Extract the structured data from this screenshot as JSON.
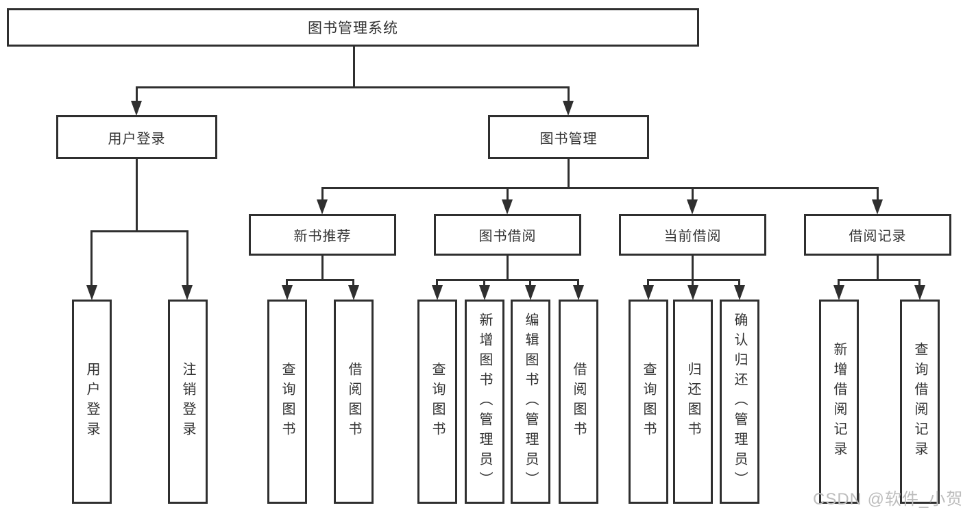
{
  "tree": {
    "label": "图书管理系统",
    "children": [
      {
        "label": "用户登录",
        "children": [
          {
            "label": "用户登录"
          },
          {
            "label": "注销登录"
          }
        ]
      },
      {
        "label": "图书管理",
        "children": [
          {
            "label": "新书推荐",
            "children": [
              {
                "label": "查询图书"
              },
              {
                "label": "借阅图书"
              }
            ]
          },
          {
            "label": "图书借阅",
            "children": [
              {
                "label": "查询图书"
              },
              {
                "label": "新增图书（管理员）"
              },
              {
                "label": "编辑图书（管理员）"
              },
              {
                "label": "借阅图书"
              }
            ]
          },
          {
            "label": "当前借阅",
            "children": [
              {
                "label": "查询图书"
              },
              {
                "label": "归还图书"
              },
              {
                "label": "确认归还（管理员）"
              }
            ]
          },
          {
            "label": "借阅记录",
            "children": [
              {
                "label": "新增借阅记录"
              },
              {
                "label": "查询借阅记录"
              }
            ]
          }
        ]
      }
    ]
  },
  "watermark": {
    "text": "CSDN @软件_小贺同学",
    "color": "#bdbdbd"
  },
  "colors": {
    "line": "#2f2f2f",
    "text": "#333333",
    "box_bg": "#ffffff",
    "page_bg": "#ffffff"
  }
}
